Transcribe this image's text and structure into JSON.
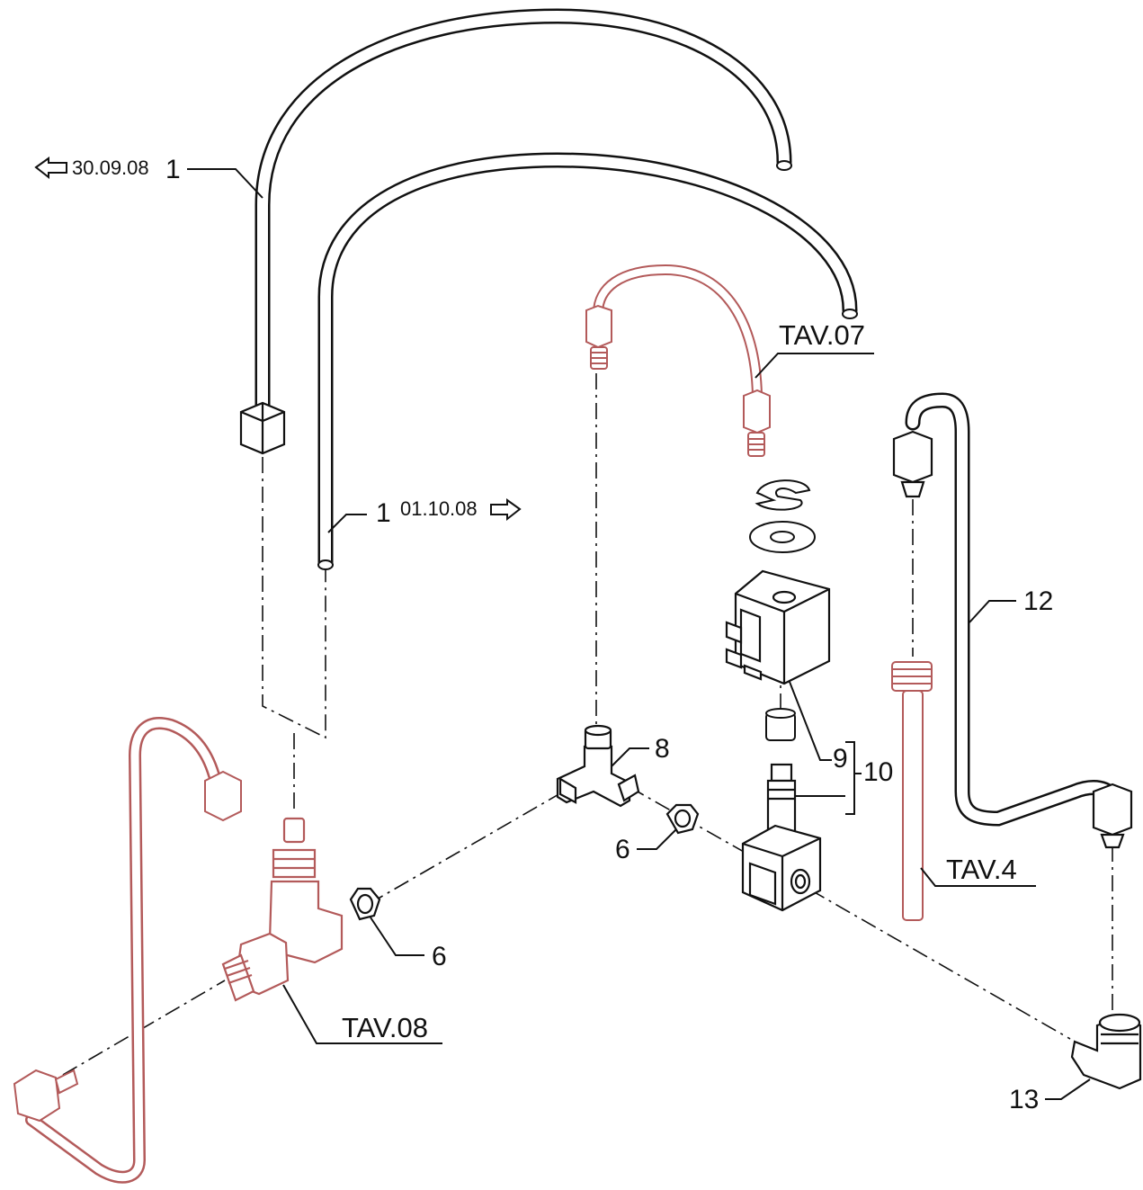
{
  "colors": {
    "ink": "#111111",
    "reference_parts": "#b35a5a",
    "background": "#ffffff"
  },
  "labels": {
    "ref_30_09_08": "30.09.08",
    "ref_01_10_08": "01.10.08",
    "item_1_top": "1",
    "item_1_mid": "1",
    "item_6_left": "6",
    "item_6_center": "6",
    "item_8": "8",
    "item_9": "9",
    "item_10": "10",
    "item_12": "12",
    "item_13": "13",
    "tav_07": "TAV.07",
    "tav_08": "TAV.08",
    "tav_4": "TAV.4"
  },
  "icons": {
    "arrow_left": "arrow-left-outline-icon",
    "arrow_right": "arrow-right-outline-icon"
  }
}
